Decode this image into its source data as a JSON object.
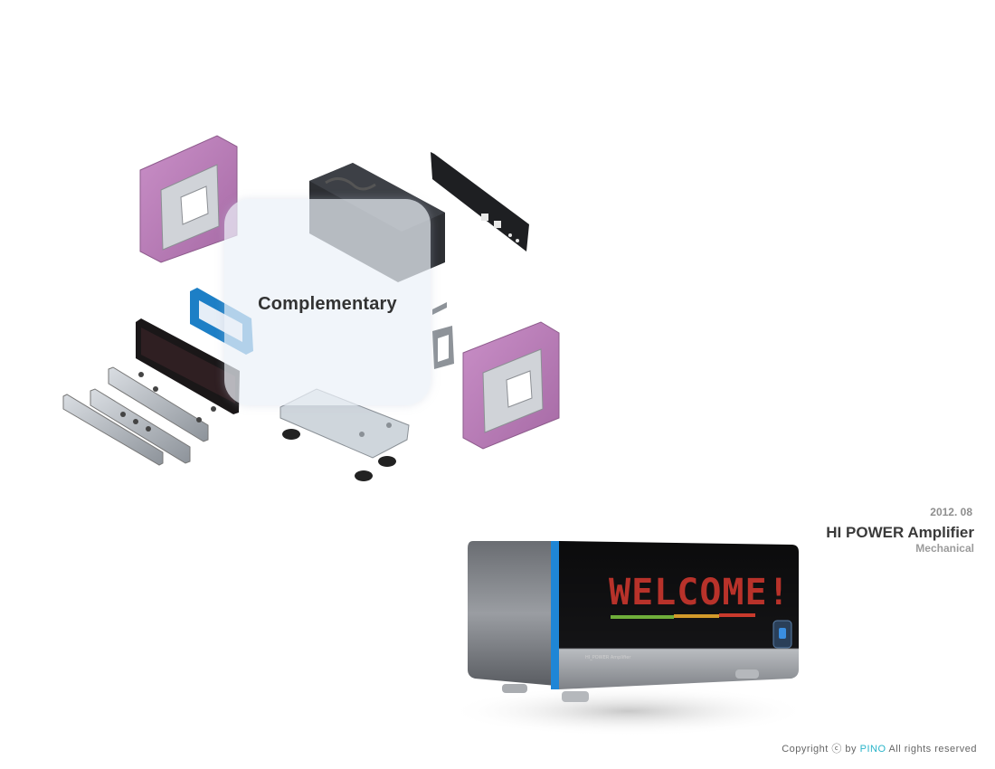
{
  "overlay": {
    "label": "Complementary"
  },
  "product": {
    "date": "2012. 08",
    "title": "HI POWER Amplifier",
    "category": "Mechanical",
    "display_text": "WELCOME!",
    "front_label": "HI_POWER Amplifier"
  },
  "footer": {
    "prefix": "Copyright ⓒ by ",
    "brand": "PINO",
    "suffix": " All rights reserved"
  }
}
